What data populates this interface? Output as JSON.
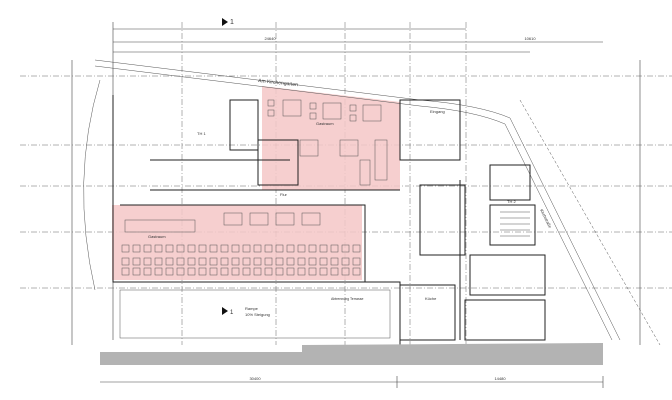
{
  "plan": {
    "street_top": "Am Kirchengarten",
    "street_right": "Kirchstraße",
    "section_marker": "1",
    "rooms": {
      "dining_top": "Gastraum",
      "corridor": "Flur",
      "dining_bottom": "Gastraum",
      "ramp": "Rampe",
      "ramp_note": "10% Steigung",
      "kitchen": "Küche",
      "entrance": "Eingang",
      "stairs": "TH 2",
      "stairs_left": "TH 1",
      "terrace_note": "Abtrennung Terrasse"
    },
    "dimensions": {
      "top_total": "24640",
      "top_right": "10610",
      "bottom_left": "30400",
      "bottom_right": "14480"
    },
    "colors": {
      "highlight": "#f4c7c7",
      "base": "#b3b3b3"
    }
  }
}
